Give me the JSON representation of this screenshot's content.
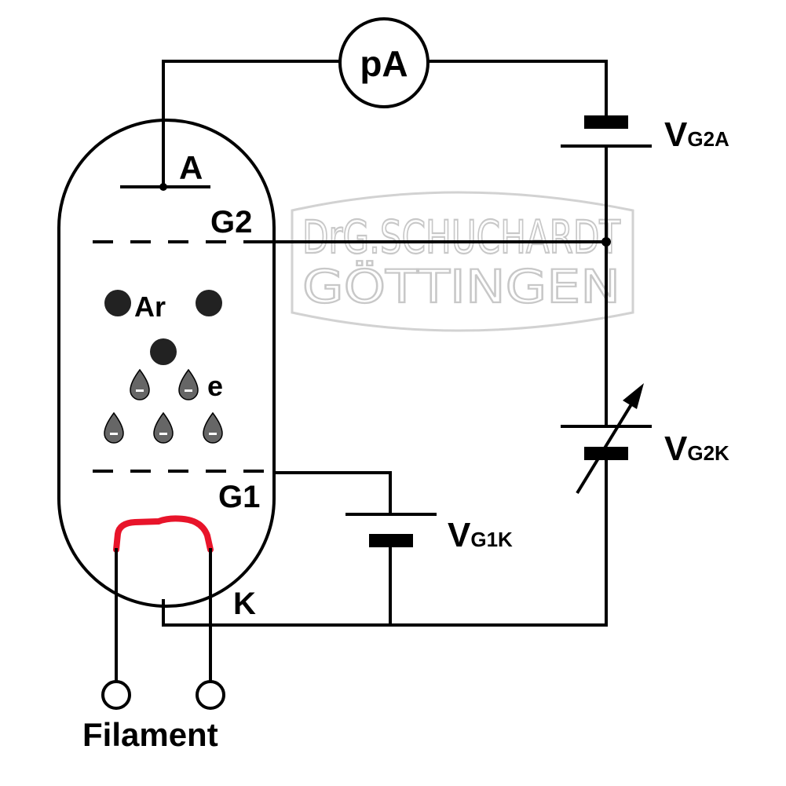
{
  "meter": {
    "label": "pA"
  },
  "electrodes": {
    "anode": "A",
    "grid2": "G2",
    "grid1": "G1",
    "cathode": "K"
  },
  "particles": {
    "argon": "Ar",
    "electron": "e"
  },
  "sources": {
    "vg2a": {
      "main": "V",
      "sub": "G2A"
    },
    "vg2k": {
      "main": "V",
      "sub": "G2K"
    },
    "vg1k": {
      "main": "V",
      "sub": "G1K"
    }
  },
  "filament": {
    "label": "Filament",
    "color": "#e8142a"
  },
  "watermark": {
    "line1": "DrG.SCHUCHARDT",
    "line2": "GÖTTINGEN"
  }
}
